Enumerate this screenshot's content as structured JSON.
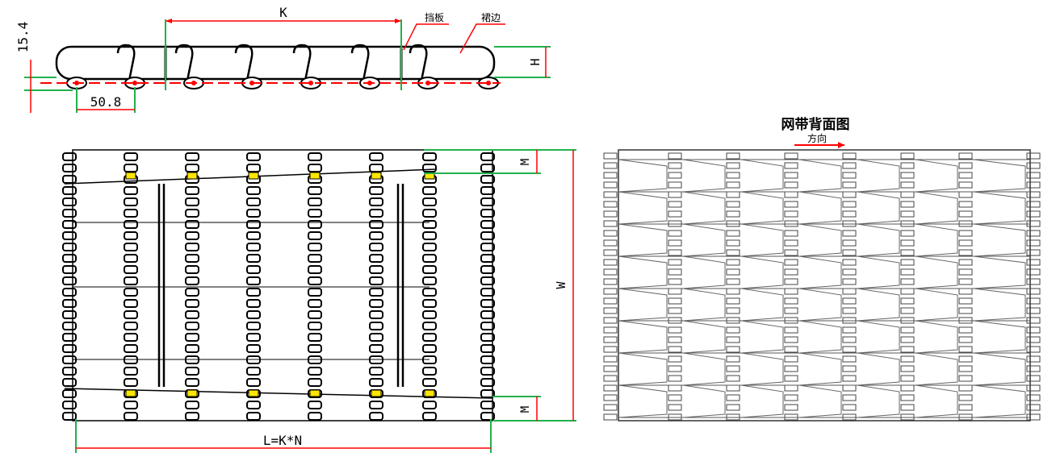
{
  "side_view": {
    "dim_pitch_top": "K",
    "dim_height": "15.4",
    "dim_pitch_bottom": "50.8",
    "dim_flight_height": "H",
    "label_flight": "挡板",
    "label_sidewall": "裙边"
  },
  "top_view": {
    "dim_length": "L=K*N",
    "dim_width": "W",
    "dim_margin_top": "M",
    "dim_margin_bottom": "M"
  },
  "back_view": {
    "title": "网带背面图",
    "direction_label": "方向"
  },
  "colors": {
    "line": "#000000",
    "dimension": "#22b14c",
    "center": "#ff0000",
    "highlight": "#ffe600"
  }
}
